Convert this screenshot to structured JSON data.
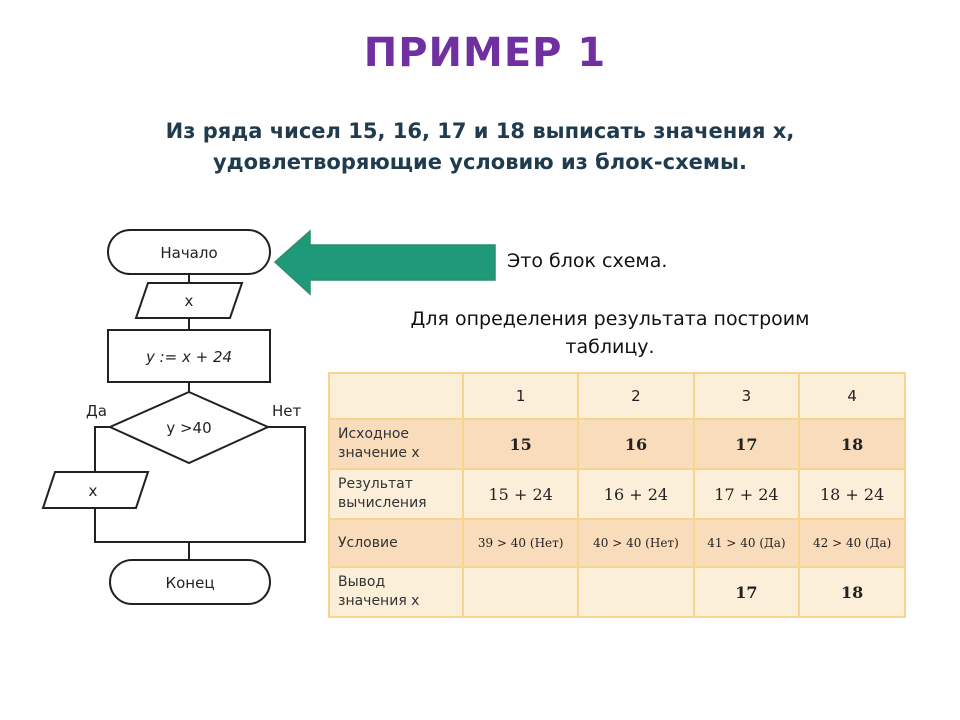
{
  "title": "ПРИМЕР 1",
  "subtitle": {
    "line1": "Из ряда чисел 15, 16, 17 и 18 выписать значения х,",
    "line2": "удовлетворяющие условию из блок-схемы."
  },
  "flowchart": {
    "start": "Начало",
    "input": "x",
    "process": "y := x + 24",
    "condition": "y >40",
    "yes": "Да",
    "no": "Нет",
    "output": "x",
    "end": "Конец"
  },
  "notes": {
    "note1": "Это блок схема.",
    "note2_line1": "Для определения результата построим",
    "note2_line2": "таблицу."
  },
  "colors": {
    "title": "#7030a0",
    "arrow_fill": "#1f9a78",
    "table_border": "#f6d58e"
  },
  "table": {
    "header": [
      "",
      "1",
      "2",
      "3",
      "4"
    ],
    "rows": [
      {
        "label1": "Исходное",
        "label2": "значение x",
        "cells": [
          "15",
          "16",
          "17",
          "18"
        ]
      },
      {
        "label1": "Результат",
        "label2": "вычисления",
        "cells": [
          "15 + 24",
          "16 + 24",
          "17 + 24",
          "18 + 24"
        ]
      },
      {
        "label1": "Условие",
        "label2": "",
        "cells": [
          "39 > 40 (Нет)",
          "40 > 40 (Нет)",
          "41 > 40 (Да)",
          "42 > 40 (Да)"
        ]
      },
      {
        "label1": "Вывод",
        "label2": "значения x",
        "cells": [
          "",
          "",
          "17",
          "18"
        ]
      }
    ]
  }
}
